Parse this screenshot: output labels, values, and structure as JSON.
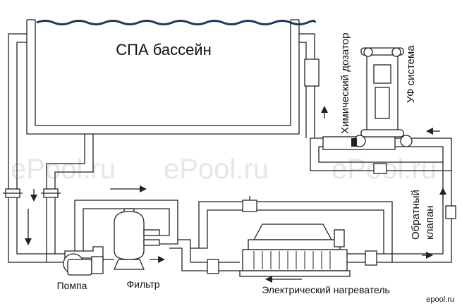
{
  "labels": {
    "pool": "СПА бассейн",
    "pump": "Помпа",
    "filter": "Фильтр",
    "heater": "Электрический нагреватель",
    "dosing": "Химический дозатор",
    "uv": "УФ система",
    "check_valve": "Обратный клапан"
  },
  "watermarks": [
    "ePool.ru",
    "ePool.ru",
    "ePool.ru"
  ],
  "corner_logo": "epool.ru",
  "colors": {
    "lines": "#222222",
    "water": "#1e3a5f",
    "watermark": "#e6e6e6",
    "background": "#ffffff"
  }
}
